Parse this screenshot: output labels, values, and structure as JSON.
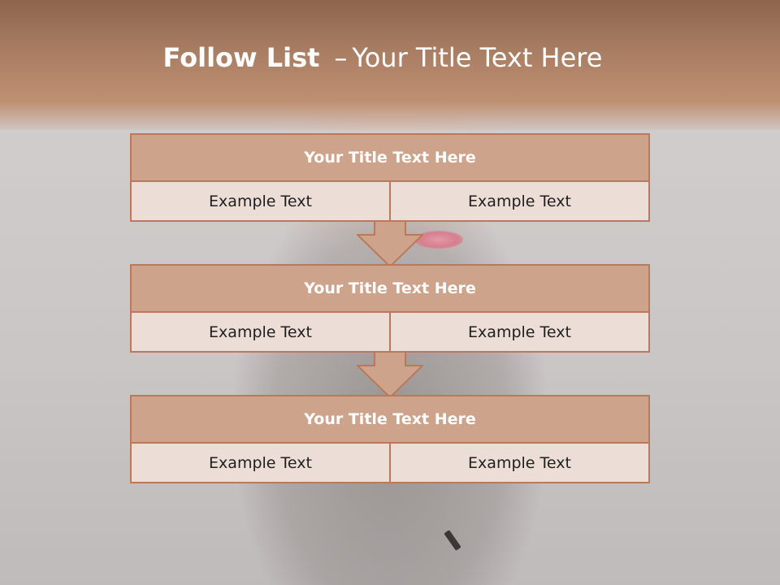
{
  "slide": {
    "title_bold": "Follow List",
    "title_sep": "–",
    "title_rest": "Your Title Text Here"
  },
  "stages": [
    {
      "title": "Your Title Text Here",
      "left": "Example Text",
      "right": "Example Text"
    },
    {
      "title": "Your Title Text Here",
      "left": "Example Text",
      "right": "Example Text"
    },
    {
      "title": "Your Title Text Here",
      "left": "Example Text",
      "right": "Example Text"
    }
  ],
  "colors": {
    "header": "#a97e63",
    "box_header": "#cda48b",
    "box_body": "#ecddd6",
    "border": "#b9795a"
  },
  "icons": [
    "down-arrow-icon",
    "down-arrow-icon"
  ]
}
